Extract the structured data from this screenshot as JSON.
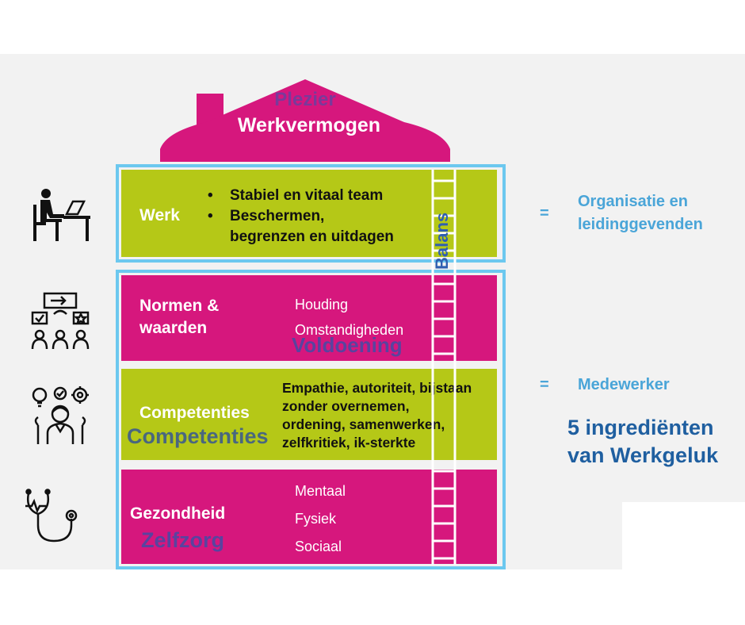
{
  "house": {
    "roof_line1": "Plezier",
    "roof_line2": "Werkvermogen",
    "ladder_label": "Balans"
  },
  "werk": {
    "title": "Werk",
    "bullet": "•",
    "items": [
      "Stabiel en vitaal team",
      "Beschermen,",
      "begrenzen en uitdagen"
    ]
  },
  "normen": {
    "title_line1": "Normen &",
    "title_line2": "waarden",
    "items": [
      "Houding",
      "Omstandigheden"
    ],
    "overlay": "Voldoening"
  },
  "competenties": {
    "title": "Competenties",
    "overlay": "Competenties",
    "items": [
      "Empathie, autoriteit, bijstaan",
      "zonder overnemen,",
      "ordening, samenwerken,",
      "zelfkritiek, ik-sterkte"
    ]
  },
  "gezondheid": {
    "title": "Gezondheid",
    "overlay": "Zelfzorg",
    "items": [
      "Mentaal",
      "Fysiek",
      "Sociaal"
    ]
  },
  "right": {
    "eq1": "=",
    "org_line1": "Organisatie en",
    "org_line2": "leidinggevenden",
    "eq2": "=",
    "medewerker": "Medewerker",
    "big_line1": "5 ingrediënten",
    "big_line2": "van Werkgeluk"
  },
  "icons": [
    "person-at-desk-icon",
    "team-feedback-icon",
    "professional-skills-icon",
    "stethoscope-icon"
  ],
  "colors": {
    "pink": "#d6177d",
    "lime": "#b5c817",
    "frame_blue": "#6cc8ef",
    "label_blue": "#4aa5d8",
    "dark_blue": "#1f5fa0"
  }
}
